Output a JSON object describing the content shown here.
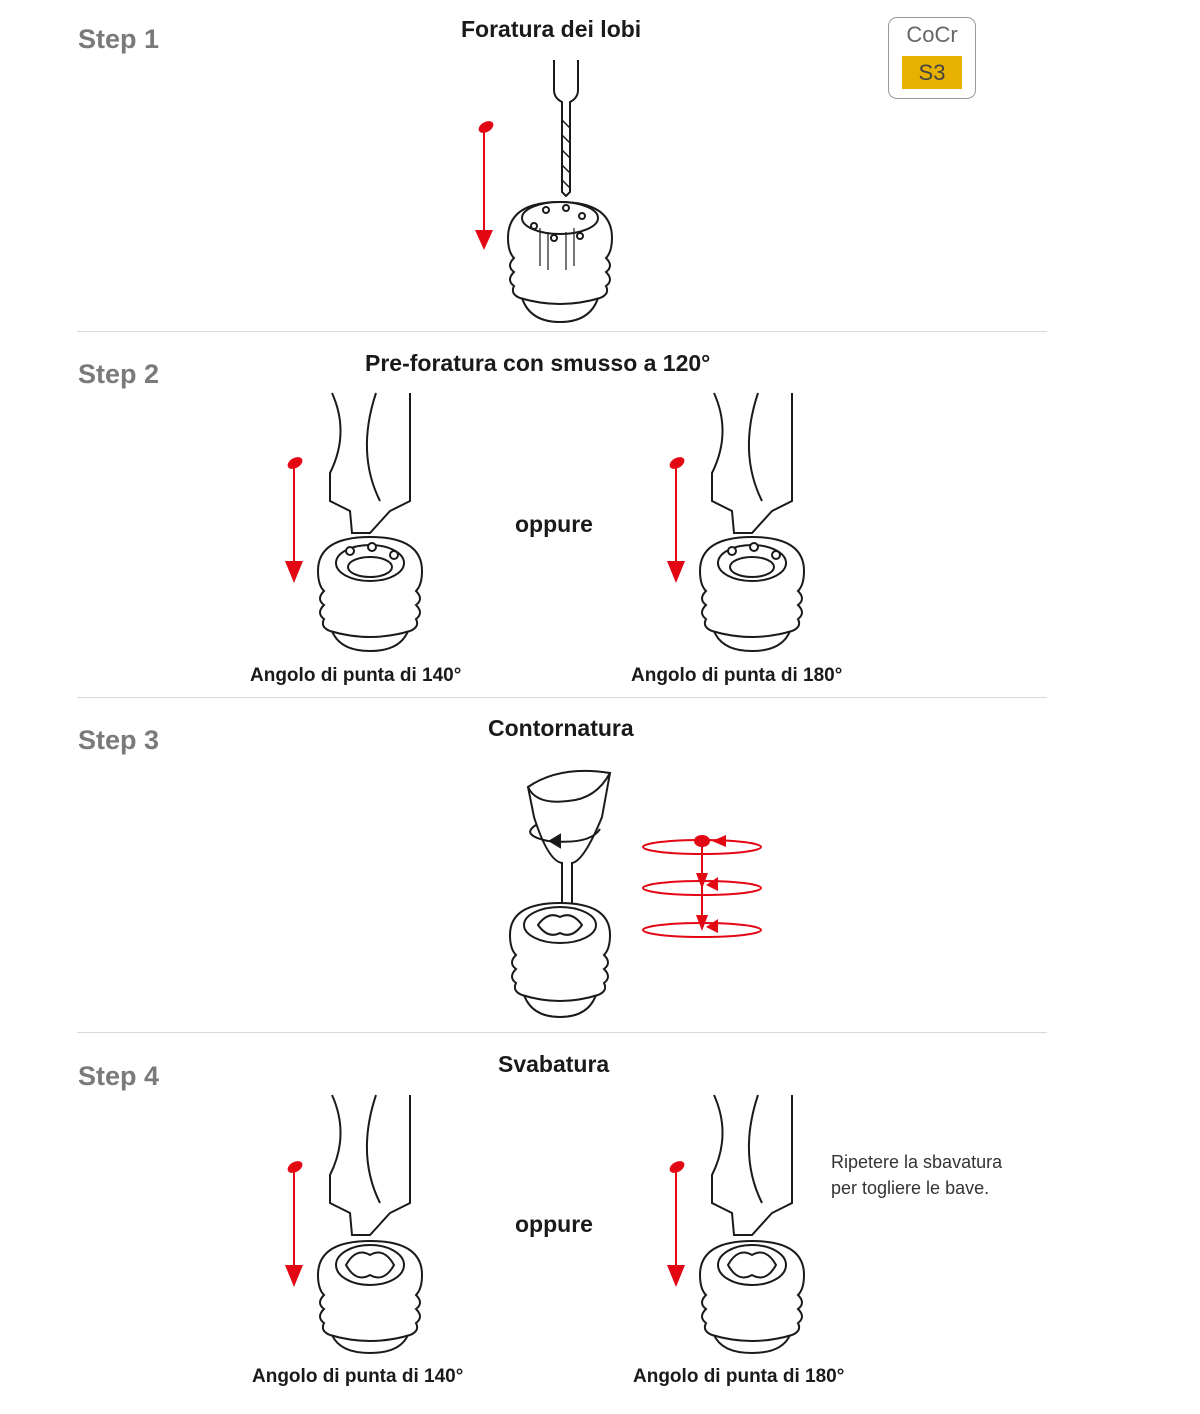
{
  "steps": [
    {
      "label": "Step 1",
      "title": "Foratura dei lobi"
    },
    {
      "label": "Step 2",
      "title": "Pre-foratura con smusso a 120°",
      "or": "oppure",
      "captions": [
        "Angolo di punta di 140°",
        "Angolo di punta di 180°"
      ]
    },
    {
      "label": "Step 3",
      "title": "Contornatura"
    },
    {
      "label": "Step 4",
      "title": "Svabatura",
      "or": "oppure",
      "captions": [
        "Angolo di punta di 140°",
        "Angolo di punta di 180°"
      ],
      "note": [
        "Ripetere la sbavatura",
        "per togliere le bave."
      ]
    }
  ],
  "badge": {
    "material": "CoCr",
    "code": "S3",
    "code_color": "#e8b100"
  },
  "colors": {
    "arrow": "#e30613",
    "step_label": "#7a7a7a",
    "divider": "#d9d9d9"
  }
}
